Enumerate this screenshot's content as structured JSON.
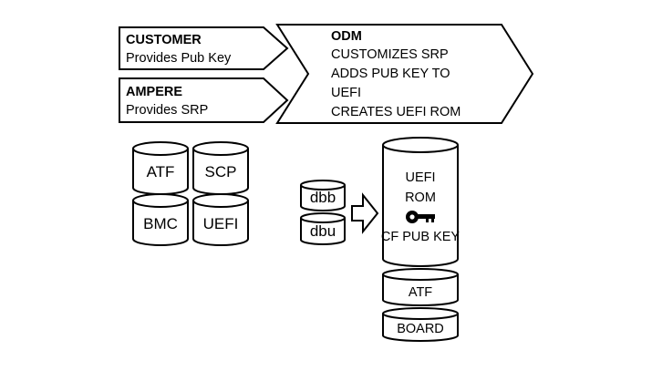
{
  "chevrons": {
    "customer": {
      "title": "CUSTOMER",
      "line": "Provides Pub Key"
    },
    "ampere": {
      "title": "AMPERE",
      "line": "Provides SRP"
    },
    "odm": {
      "title": "ODM",
      "lines": [
        "CUSTOMIZES SRP",
        "ADDS PUB KEY TO",
        "UEFI",
        "CREATES UEFI ROM"
      ]
    }
  },
  "components": [
    "ATF",
    "SCP",
    "BMC",
    "UEFI"
  ],
  "small_images": [
    "dbb",
    "dbu"
  ],
  "rom": {
    "lines": [
      "UEFI",
      "ROM"
    ],
    "key_label": "CF PUB KEY",
    "icon": "key-icon"
  },
  "stack": [
    "ATF",
    "BOARD"
  ]
}
